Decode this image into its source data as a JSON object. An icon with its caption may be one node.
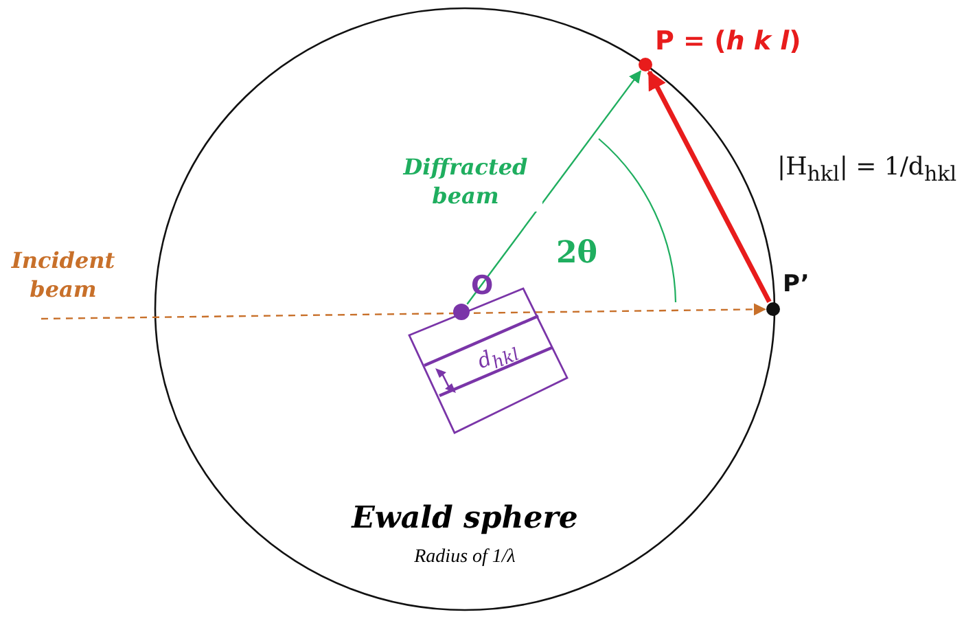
{
  "diagram": {
    "nodes": [
      {
        "text": [
          "Ewald sphere",
          "Radius of 1/λ"
        ]
      },
      {
        "text": [
          "O"
        ],
        "in": 0
      },
      {
        "text": [
          "d$_{hkl}$"
        ],
        "in": 0
      },
      {
        "text": [
          "P = (*h k l*)"
        ]
      },
      {
        "text": [
          "P’"
        ]
      }
    ],
    "edges": [
      {
        "from": null,
        "to": 4,
        "arrow": "to",
        "style": "dashed",
        "color": "#c8702a",
        "label": "Incident beam"
      },
      {
        "from": 1,
        "to": 3,
        "arrow": "to",
        "color": "#1fae5f",
        "label": "Diffracted beam"
      },
      {
        "from": 4,
        "to": 3,
        "arrow": "to",
        "style": "thick",
        "color": "#e81c1c"
      }
    ],
    "labels": [
      "2θ",
      "|H$_{hkl}$| = 1/d$_{hkl}$"
    ]
  }
}
